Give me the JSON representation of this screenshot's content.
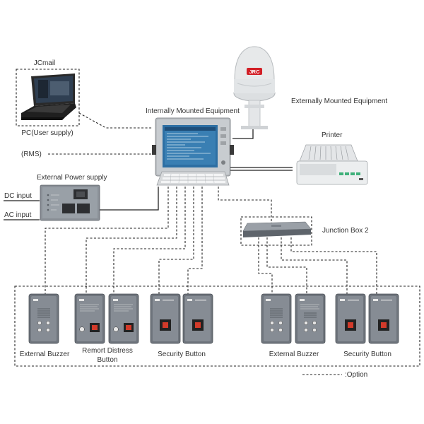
{
  "labels": {
    "jcmail": "JCmail",
    "pc": "PC(User supply)",
    "rms": "(RMS)",
    "internal": "Internally Mounted Equipment",
    "external": "Externally Mounted Equipment",
    "printer": "Printer",
    "ext_power": "External Power supply",
    "dc_input": "DC input",
    "ac_input": "AC input",
    "junction_box": "Junction Box 2",
    "ext_buzzer_left": "External Buzzer",
    "remote_distress_1": "Remort Distress",
    "remote_distress_2": "Button",
    "security_left": "Security Button",
    "ext_buzzer_right": "External Buzzer",
    "security_right": "Security Button",
    "option": ":Option",
    "jrc_logo": "JRC"
  },
  "colors": {
    "panel": "#6f757d",
    "red_button": "#d23a2a",
    "laptop_screen": "#2f3f52",
    "terminal_screen": "#3a7fb3",
    "logo_red": "#d21f26"
  }
}
